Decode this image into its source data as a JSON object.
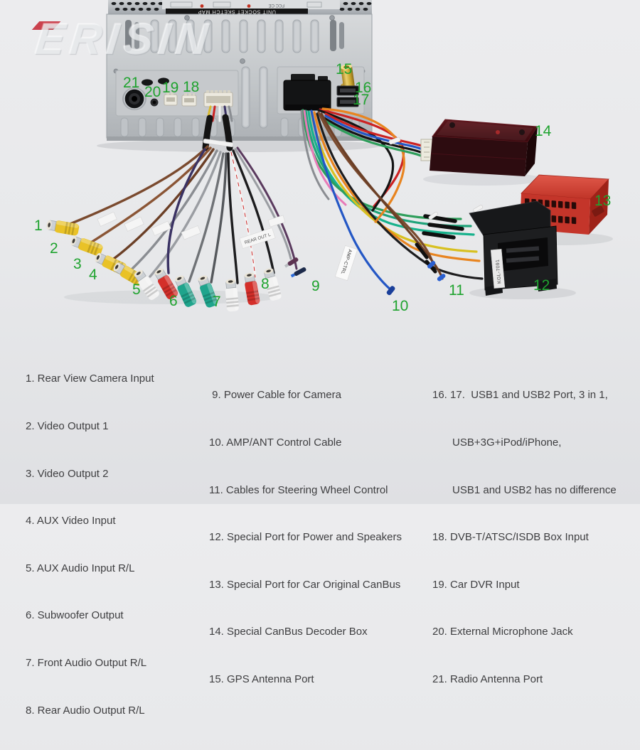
{
  "page": {
    "description": "Car head unit rear socket sketch map with numbered cable callouts"
  },
  "watermark": {
    "brand": "ERISIN"
  },
  "unit": {
    "top_strip_label": "UNIT SOCKET SKETCH MAP",
    "sticker_marks": "FCC  CE"
  },
  "cable_tags": {
    "amp_ctrl": "AMP-CTRL",
    "rear_out_left": "REAR OUT L",
    "quadlock_model": "KGL-7091"
  },
  "colors": {
    "callout_green": "#1fa32f",
    "legend_text": "#3e3e40",
    "background_top": "#ececee",
    "background_bottom": "#dfe0e3"
  },
  "callouts": [
    "1",
    "2",
    "3",
    "4",
    "5",
    "6",
    "7",
    "8",
    "9",
    "10",
    "11",
    "12",
    "13",
    "14",
    "15",
    "16",
    "17",
    "18",
    "19",
    "20",
    "21"
  ],
  "legend": {
    "col1": [
      "1. Rear View Camera Input",
      "2. Video Output 1",
      "3. Video Output 2",
      "4. AUX Video Input",
      "5. AUX Audio Input R/L",
      "6. Subwoofer Output",
      "7. Front Audio Output R/L",
      "8. Rear Audio Output R/L"
    ],
    "col2": [
      " 9. Power Cable for Camera",
      "10. AMP/ANT Control Cable",
      "11. Cables for Steering Wheel Control",
      "12. Special Port for Power and Speakers",
      "13. Special Port for Car Original CanBus",
      "14. Special CanBus Decoder Box",
      "15. GPS Antenna Port"
    ],
    "col3": [
      "16. 17.  USB1 and USB2 Port, 3 in 1,",
      "USB+3G+iPod/iPhone,",
      "USB1 and USB2 has no difference",
      "18. DVB-T/ATSC/ISDB Box Input",
      "19. Car DVR Input",
      "20. External Microphone Jack",
      "21. Radio Antenna Port"
    ]
  }
}
